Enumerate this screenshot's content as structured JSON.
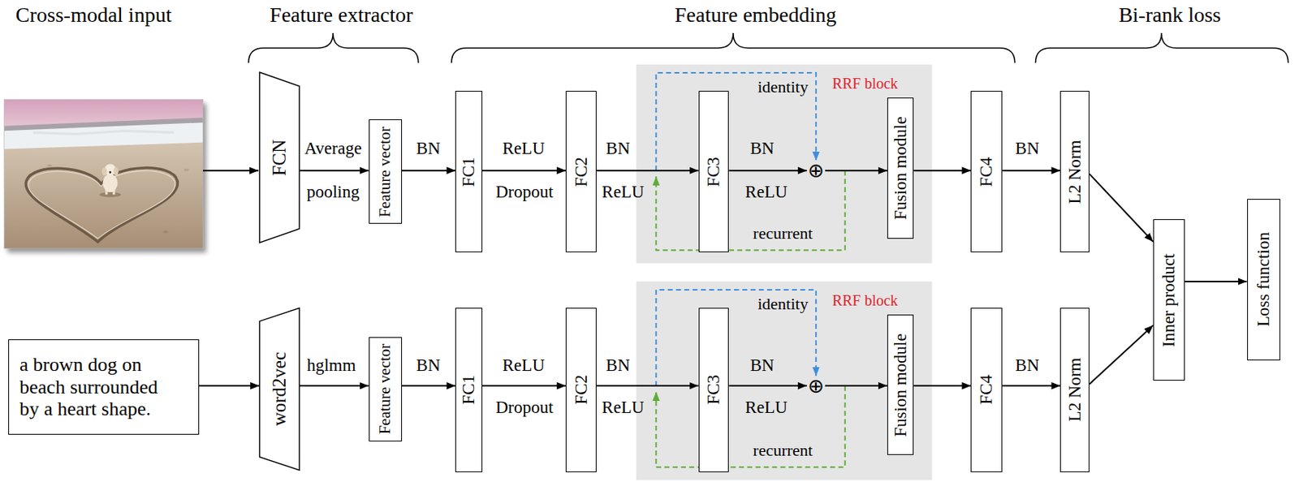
{
  "diagram": {
    "nodes": [
      {
        "text": [
          "FCN"
        ]
      },
      {
        "text": [
          "Feature vector"
        ]
      },
      {
        "text": [
          "FC1"
        ]
      },
      {
        "text": [
          "FC2"
        ]
      },
      {
        "text": [
          "RRF block"
        ]
      },
      {
        "text": [
          "FC3"
        ],
        "in": 4
      },
      {
        "text": [
          "⊕"
        ],
        "in": 4
      },
      {
        "text": [
          "Fusion module"
        ],
        "in": 4
      },
      {
        "text": [
          "FC4"
        ]
      },
      {
        "text": [
          "L2 Norm"
        ]
      },
      {
        "text": [
          "a brown dog on beach surrounded by a heart shape."
        ]
      },
      {
        "text": [
          "word2vec"
        ]
      },
      {
        "text": [
          "Feature vector"
        ]
      },
      {
        "text": [
          "FC1"
        ]
      },
      {
        "text": [
          "FC2"
        ]
      },
      {
        "text": [
          "RRF block"
        ]
      },
      {
        "text": [
          "FC3"
        ],
        "in": 15
      },
      {
        "text": [
          "⊕"
        ],
        "in": 15
      },
      {
        "text": [
          "Fusion module"
        ],
        "in": 15
      },
      {
        "text": [
          "FC4"
        ]
      },
      {
        "text": [
          "L2 Norm"
        ]
      },
      {
        "text": [
          "Inner product"
        ]
      },
      {
        "text": [
          "Loss function"
        ]
      }
    ],
    "edges": [
      {
        "from": 0,
        "to": 1,
        "arrow": "to"
      },
      {
        "from": 1,
        "to": 2,
        "arrow": "to"
      },
      {
        "from": 2,
        "to": 3,
        "arrow": "to"
      },
      {
        "from": 3,
        "to": 5,
        "arrow": "to"
      },
      {
        "from": 5,
        "to": 6,
        "arrow": "to"
      },
      {
        "from": 6,
        "to": 7,
        "arrow": "to"
      },
      {
        "from": 7,
        "to": 8,
        "arrow": "to"
      },
      {
        "from": 8,
        "to": 9,
        "arrow": "to"
      },
      {
        "from": 9,
        "to": 21,
        "arrow": "to"
      },
      {
        "from": 10,
        "to": 11,
        "arrow": "to"
      },
      {
        "from": 11,
        "to": 12,
        "arrow": "to"
      },
      {
        "from": 12,
        "to": 13,
        "arrow": "to"
      },
      {
        "from": 13,
        "to": 14,
        "arrow": "to"
      },
      {
        "from": 14,
        "to": 16,
        "arrow": "to"
      },
      {
        "from": 16,
        "to": 17,
        "arrow": "to"
      },
      {
        "from": 17,
        "to": 18,
        "arrow": "to"
      },
      {
        "from": 18,
        "to": 19,
        "arrow": "to"
      },
      {
        "from": 19,
        "to": 20,
        "arrow": "to"
      },
      {
        "from": 20,
        "to": 21,
        "arrow": "to"
      },
      {
        "from": 21,
        "to": 22,
        "arrow": "to"
      }
    ],
    "labels": [
      "Cross-modal input",
      "Feature extractor",
      "Feature embedding",
      "Bi-rank loss",
      "Average",
      "pooling",
      "BN",
      "ReLU",
      "Dropout",
      "BN",
      "ReLU",
      "identity",
      "BN",
      "ReLU",
      "recurrent",
      "BN",
      "hglmm",
      "BN",
      "ReLU",
      "Dropout",
      "BN",
      "ReLU",
      "identity",
      "BN",
      "ReLU",
      "recurrent",
      "BN"
    ]
  }
}
